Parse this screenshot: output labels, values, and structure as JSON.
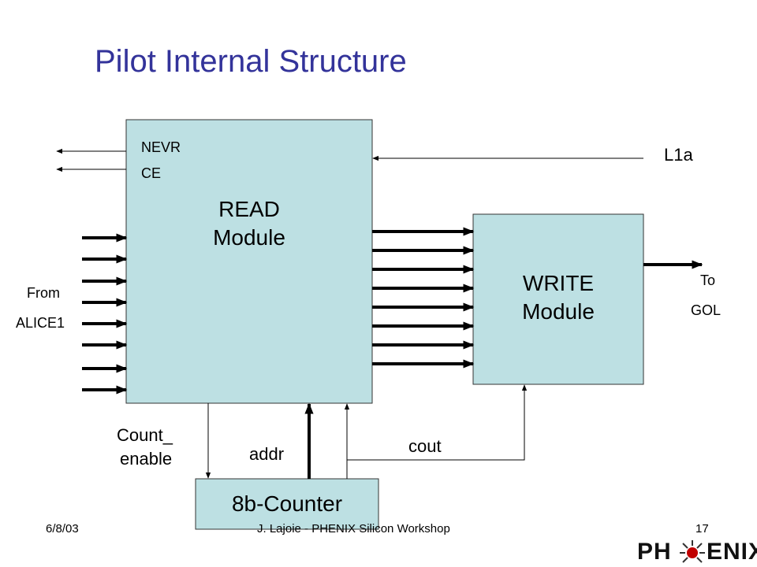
{
  "slide": {
    "title": "Pilot Internal Structure",
    "footer_date": "6/8/03",
    "footer_center": "J. Lajoie - PHENIX Silicon Workshop",
    "footer_page": "17"
  },
  "diagram": {
    "read_module": {
      "line1": "READ",
      "line2": "Module",
      "signal_nevr": "NEVR",
      "signal_ce": "CE"
    },
    "write_module": {
      "line1": "WRITE",
      "line2": "Module"
    },
    "counter": {
      "label": "8b-Counter"
    },
    "labels": {
      "l1a": "L1a",
      "from": "From",
      "alice1": "ALICE1",
      "to": "To",
      "gol": "GOL",
      "count_enable_1": "Count_",
      "count_enable_2": "enable",
      "addr": "addr",
      "cout": "cout"
    },
    "colors": {
      "box_fill": "#bde0e3",
      "title": "#33339a"
    }
  },
  "logo": {
    "left": "PH",
    "right": "ENIX",
    "icon": "phoenix-bird-icon"
  }
}
